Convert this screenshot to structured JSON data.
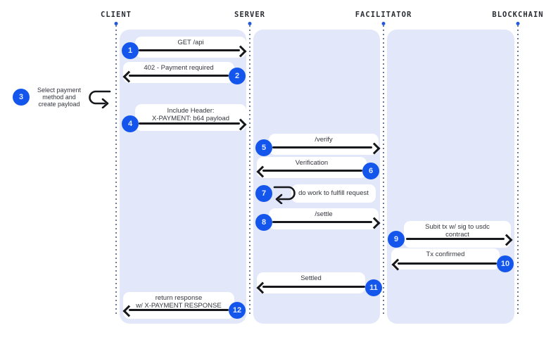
{
  "actors": [
    {
      "name": "CLIENT"
    },
    {
      "name": "SERVER"
    },
    {
      "name": "FACILITATOR"
    },
    {
      "name": "BLOCKCHAIN"
    }
  ],
  "messages": [
    {
      "num": "1",
      "lines": [
        "GET /api"
      ],
      "from": "CLIENT",
      "to": "SERVER",
      "direction": "right"
    },
    {
      "num": "2",
      "lines": [
        "402 - Payment required"
      ],
      "from": "SERVER",
      "to": "CLIENT",
      "direction": "left"
    },
    {
      "num": "3",
      "lines": [
        "Select payment",
        "method and",
        "create payload"
      ],
      "type": "self",
      "actor": "CLIENT"
    },
    {
      "num": "4",
      "lines": [
        "Include Header:",
        "X-PAYMENT: b64 payload"
      ],
      "from": "CLIENT",
      "to": "SERVER",
      "direction": "right"
    },
    {
      "num": "5",
      "lines": [
        "/verify"
      ],
      "from": "SERVER",
      "to": "FACILITATOR",
      "direction": "right"
    },
    {
      "num": "6",
      "lines": [
        "Verification"
      ],
      "from": "FACILITATOR",
      "to": "SERVER",
      "direction": "left"
    },
    {
      "num": "7",
      "lines": [
        "do work to fulfill request"
      ],
      "type": "self",
      "actor": "SERVER"
    },
    {
      "num": "8",
      "lines": [
        "/settle"
      ],
      "from": "SERVER",
      "to": "FACILITATOR",
      "direction": "right"
    },
    {
      "num": "9",
      "lines": [
        "Subit tx w/ sig to usdc",
        "contract"
      ],
      "from": "FACILITATOR",
      "to": "BLOCKCHAIN",
      "direction": "right"
    },
    {
      "num": "10",
      "lines": [
        "Tx confirmed"
      ],
      "from": "BLOCKCHAIN",
      "to": "FACILITATOR",
      "direction": "left"
    },
    {
      "num": "11",
      "lines": [
        "Settled"
      ],
      "from": "FACILITATOR",
      "to": "SERVER",
      "direction": "left"
    },
    {
      "num": "12",
      "lines": [
        "return response",
        "w/ X-PAYMENT RESPONSE"
      ],
      "from": "SERVER",
      "to": "CLIENT",
      "direction": "left"
    }
  ],
  "colors": {
    "accent_blue": "#1456ec",
    "panel_background": "#e2e7fa",
    "arrow_color": "#17181c",
    "lifeline_color": "#6e7b94",
    "label_text": "#33363d"
  }
}
